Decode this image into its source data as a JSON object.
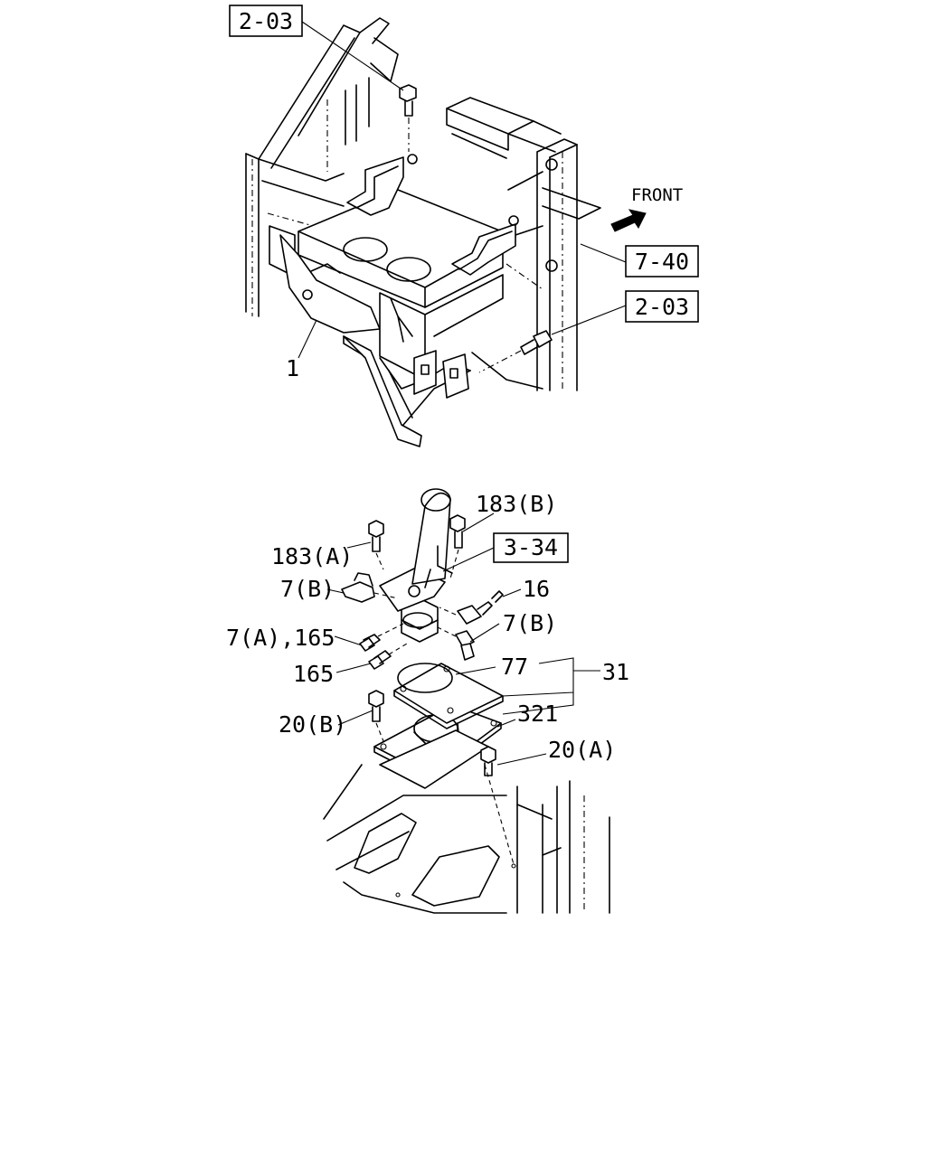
{
  "top_view": {
    "refs": {
      "ref_top_left": "2-03",
      "ref_right_upper": "7-40",
      "ref_right_lower": "2-03"
    },
    "direction": "FRONT",
    "parts": {
      "bracket": "1"
    }
  },
  "bottom_view": {
    "refs": {
      "ref_pipe": "3-34"
    },
    "parts": {
      "bolt_183b": "183(B)",
      "bolt_183a": "183(A)",
      "elbow_7b_left": "7(B)",
      "sensor_16": "16",
      "elbow_7b_right": "7(B)",
      "fitting_7a_165": "7(A),165",
      "fitting_165": "165",
      "gasket_77": "77",
      "assembly_31": "31",
      "bolt_20b": "20(B)",
      "plate_321": "321",
      "bolt_20a": "20(A)"
    }
  }
}
